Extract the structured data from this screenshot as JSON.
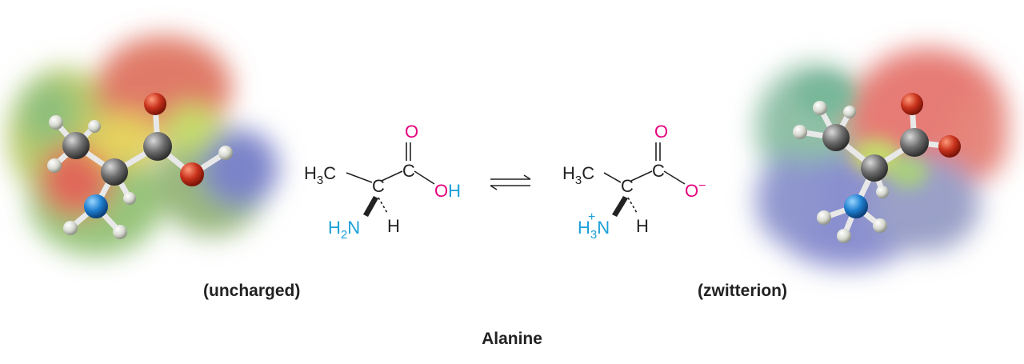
{
  "figure": {
    "title": "Alanine",
    "left_caption": "(uncharged)",
    "right_caption": "(zwitterion)"
  },
  "uncharged": {
    "methyl": {
      "h": "H",
      "sub": "3",
      "c": "C"
    },
    "alpha_c": "C",
    "carboxyl_c": "C",
    "carbonyl_o": "O",
    "hydroxyl": {
      "o": "O",
      "h": "H"
    },
    "amine": {
      "h": "H",
      "sub": "2",
      "n": "N"
    },
    "alpha_h": "H"
  },
  "zwitterion": {
    "methyl": {
      "h": "H",
      "sub": "3",
      "c": "C"
    },
    "alpha_c": "C",
    "carboxyl_c": "C",
    "carbonyl_o": "O",
    "carboxylate": {
      "o": "O",
      "charge": "−"
    },
    "ammonium": {
      "h": "H",
      "sub": "3",
      "charge": "+",
      "n": "N"
    },
    "alpha_h": "H"
  },
  "colors": {
    "heteroatom_o": "#e6007e",
    "heteroatom_n": "#1aa0d8",
    "text": "#222222"
  }
}
